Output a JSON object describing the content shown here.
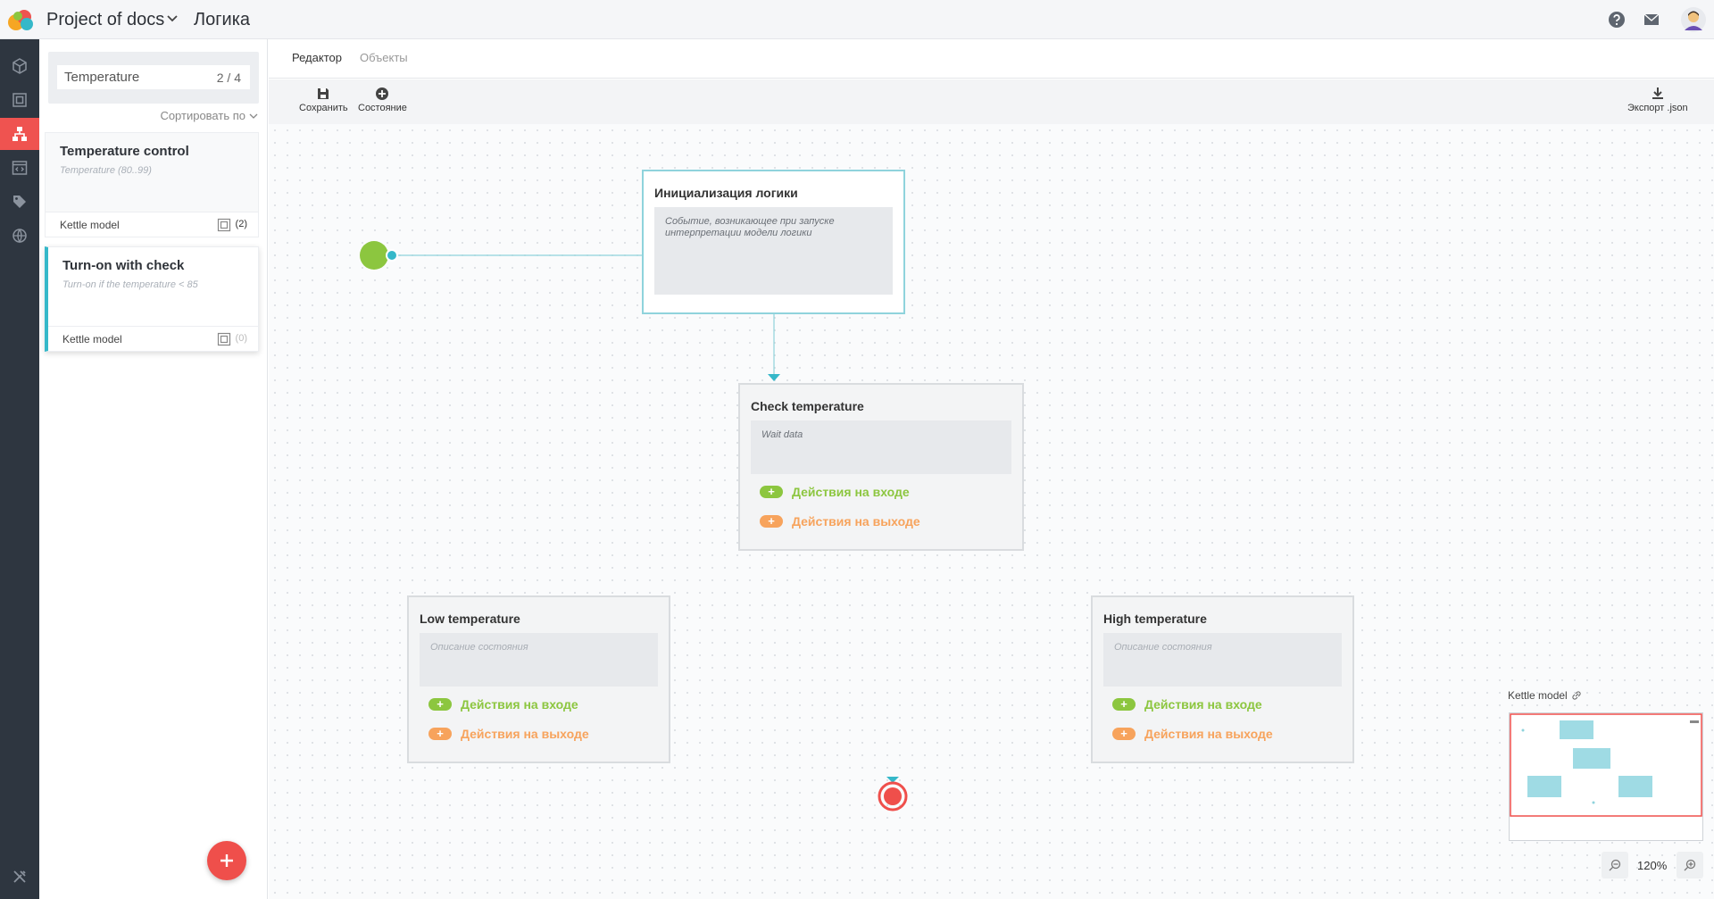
{
  "header": {
    "project_name": "Project of docs",
    "module_name": "Логика",
    "icons": [
      "logo-icon",
      "chevron-down-icon",
      "help-icon",
      "mail-icon",
      "user-avatar-icon"
    ]
  },
  "rail": {
    "items": [
      {
        "icon": "cube-icon",
        "active": false
      },
      {
        "icon": "frame-icon",
        "active": false
      },
      {
        "icon": "hierarchy-icon",
        "active": true
      },
      {
        "icon": "code-icon",
        "active": false
      },
      {
        "icon": "tag-icon",
        "active": false
      },
      {
        "icon": "globe-gear-icon",
        "active": false
      }
    ],
    "bottom_icon": "tools-icon"
  },
  "panel": {
    "search_value": "Temperature",
    "search_count": "2 / 4",
    "sort_label": "Сортировать по",
    "cards": [
      {
        "title": "Temperature control",
        "subtitle": "Temperature (80..99)",
        "model": "Kettle model",
        "count": "(2)"
      },
      {
        "title": "Turn-on with check",
        "subtitle": "Turn-on if the temperature < 85",
        "model": "Kettle model",
        "count": "(0)"
      }
    ]
  },
  "tabs": [
    {
      "label": "Редактор",
      "active": true
    },
    {
      "label": "Объекты",
      "active": false
    }
  ],
  "toolbar": {
    "save_label": "Сохранить",
    "state_label": "Состояние",
    "export_label": "Экспорт .json"
  },
  "nodes": {
    "init": {
      "title": "Инициализация логики",
      "description": "Событие, возникающее при запуске интерпретации модели логики"
    },
    "check": {
      "title": "Check temperature",
      "description": "Wait data"
    },
    "low": {
      "title": "Low temperature",
      "description": "Описание состояния"
    },
    "high": {
      "title": "High temperature",
      "description": "Описание состояния"
    },
    "enter_label": "Действия на входе",
    "exit_label": "Действия на выходе",
    "pill_symbol": "+"
  },
  "minimap": {
    "title": "Kettle model",
    "zoom_level": "120%"
  },
  "colors": {
    "accent": "#ef4f4b",
    "teal": "#35b8c9",
    "enter": "#8cc63f",
    "exit": "#f7a35c",
    "start": "#8cc63f",
    "end": "#ef4f4b"
  }
}
